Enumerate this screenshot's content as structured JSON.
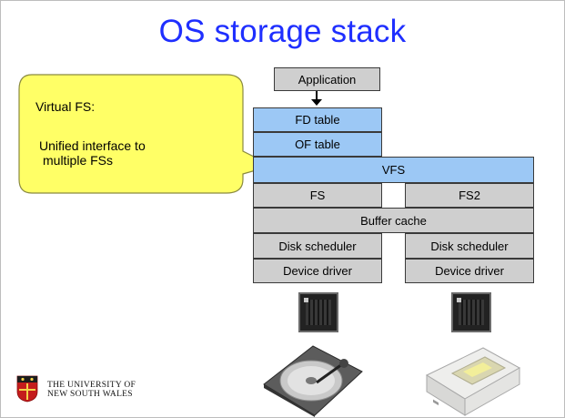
{
  "slide": {
    "title": "OS storage stack"
  },
  "callout": {
    "heading": "Virtual FS:",
    "line1": "Unified interface to",
    "line2": "multiple FSs",
    "fill": "#ffff66",
    "border": "#8a8a40"
  },
  "stack": {
    "application": "Application",
    "fd_table": "FD table",
    "of_table": "OF table",
    "vfs": "VFS",
    "fs": "FS",
    "fs2": "FS2",
    "buffer_cache": "Buffer cache",
    "disk_scheduler_left": "Disk scheduler",
    "disk_scheduler_right": "Disk scheduler",
    "device_driver_left": "Device driver",
    "device_driver_right": "Device driver"
  },
  "colors": {
    "title": "#1f2fff",
    "grey_box": "#cfcfcf",
    "blue_box": "#9cc8f5"
  },
  "icons": {
    "chip_left": "controller-chip-icon",
    "chip_right": "controller-chip-icon",
    "hard_disk": "hard-disk-icon",
    "optical_drive": "optical-drive-icon",
    "crest": "university-crest-icon"
  },
  "footer": {
    "line1": "THE UNIVERSITY OF",
    "line2": "NEW SOUTH WALES"
  }
}
